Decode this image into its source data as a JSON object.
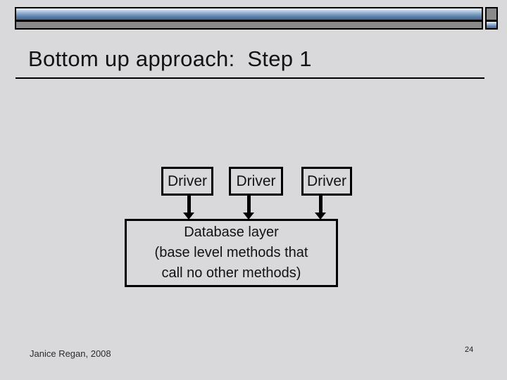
{
  "colors": {
    "background": "#d9d9dc",
    "decor_blue_gradient_top": "#eef3f9",
    "decor_blue_gradient_bottom": "#42648c",
    "decor_gray": "#8a8a8a",
    "border_and_lines": "#000000",
    "text": "#121212"
  },
  "slide": {
    "title": "Bottom up approach:  Step 1",
    "footer": {
      "author": "Janice Regan, 2008",
      "page_number": "24"
    }
  },
  "diagram": {
    "drivers": [
      {
        "label": "Driver"
      },
      {
        "label": "Driver"
      },
      {
        "label": "Driver"
      }
    ],
    "database_layer": {
      "lines": [
        "Database layer",
        "(base level methods that",
        "call no other methods)"
      ]
    }
  }
}
